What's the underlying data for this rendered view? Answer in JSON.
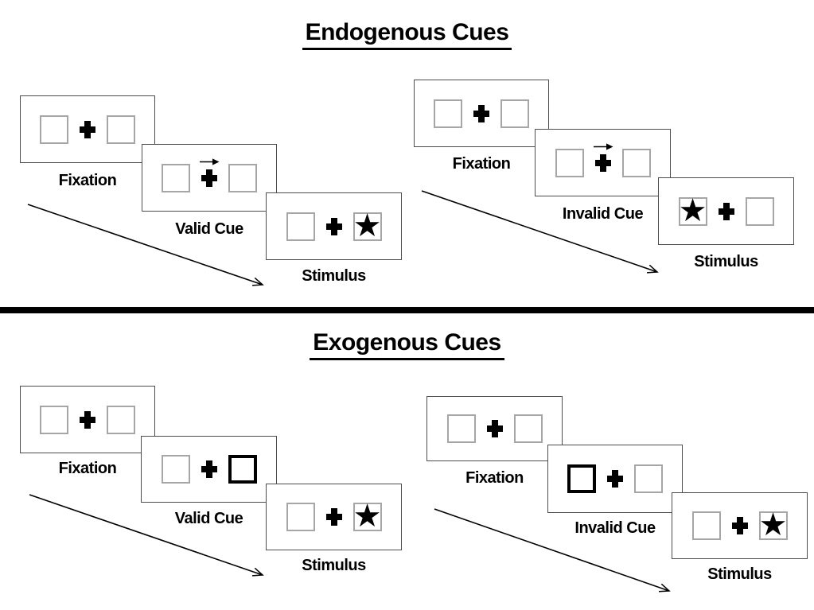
{
  "sections": {
    "endogenous": {
      "title": "Endogenous Cues",
      "groups": [
        {
          "name": "valid-trial",
          "panels": [
            {
              "label": "Fixation",
              "type": "fixation"
            },
            {
              "label": "Valid Cue",
              "type": "arrow-cue",
              "cue": "right-arrow-above-cross"
            },
            {
              "label": "Stimulus",
              "type": "stimulus",
              "star_in": "right-box"
            }
          ]
        },
        {
          "name": "invalid-trial",
          "panels": [
            {
              "label": "Fixation",
              "type": "fixation"
            },
            {
              "label": "Invalid Cue",
              "type": "arrow-cue",
              "cue": "right-arrow-above-cross"
            },
            {
              "label": "Stimulus",
              "type": "stimulus",
              "star_in": "left-box"
            }
          ]
        }
      ]
    },
    "exogenous": {
      "title": "Exogenous Cues",
      "groups": [
        {
          "name": "valid-trial",
          "panels": [
            {
              "label": "Fixation",
              "type": "fixation"
            },
            {
              "label": "Valid Cue",
              "type": "box-highlight-cue",
              "highlighted_box": "right-box"
            },
            {
              "label": "Stimulus",
              "type": "stimulus",
              "star_in": "right-box"
            }
          ]
        },
        {
          "name": "invalid-trial",
          "panels": [
            {
              "label": "Fixation",
              "type": "fixation"
            },
            {
              "label": "Invalid Cue",
              "type": "box-highlight-cue",
              "highlighted_box": "left-box"
            },
            {
              "label": "Stimulus",
              "type": "stimulus",
              "star_in": "right-box"
            }
          ]
        }
      ]
    }
  },
  "icons": {
    "star": "★",
    "fixation_cross": "plus-cross",
    "cue_arrow": "right-arrow",
    "sequence_arrow": "diagonal-down-right-arrow"
  },
  "colors": {
    "background": "#ffffff",
    "ink": "#000000",
    "panel_border": "#4d4d4d",
    "box_border": "#a6a6a6",
    "highlight_border": "#000000",
    "divider": "#000000"
  }
}
